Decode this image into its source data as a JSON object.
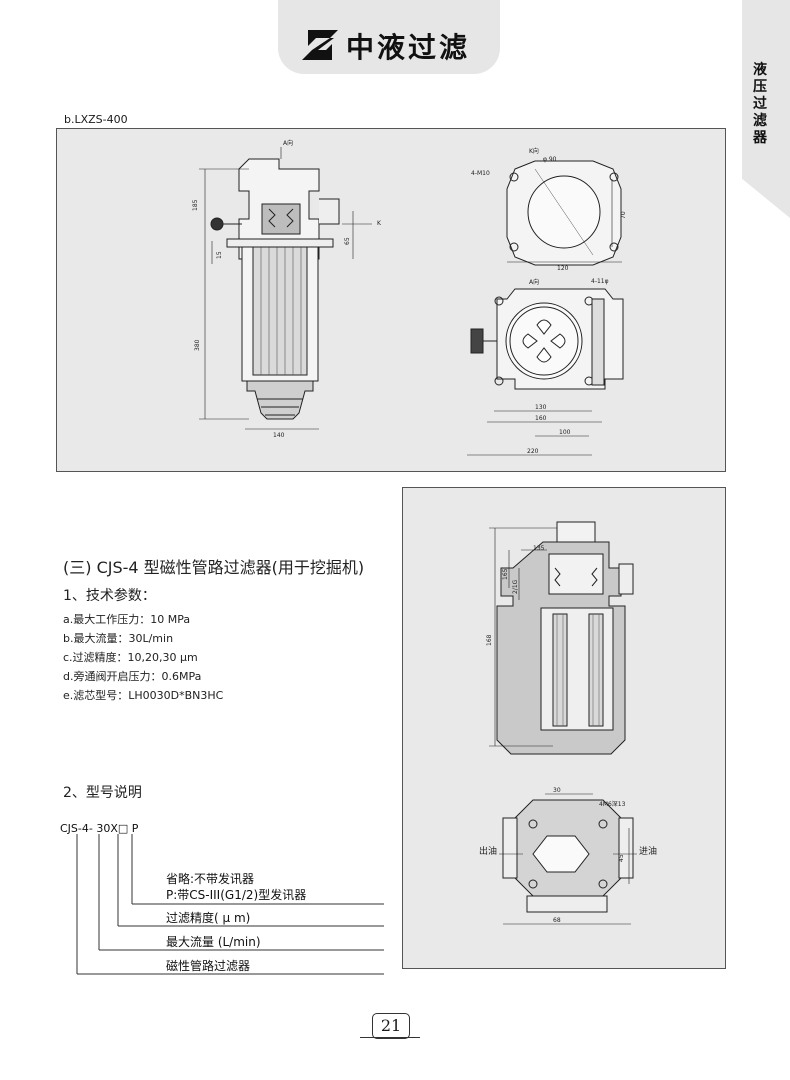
{
  "header": {
    "logo_text": "中液过滤"
  },
  "side_tab": {
    "label": "液压过滤器"
  },
  "figure_b": {
    "caption": "b.LXZS-400",
    "dims": {
      "a_view_top": "A向",
      "d185": "185",
      "d65": "65",
      "d15": "15",
      "d380": "380",
      "d140": "140",
      "k_marker": "K",
      "k_view": "K向",
      "phi90": "φ 90",
      "m4m10": "4-M10",
      "d120": "120",
      "d70": "70",
      "a_view": "A向",
      "d4_11": "4-11φ",
      "d130": "130",
      "d160": "160",
      "d100": "100",
      "d220": "220"
    }
  },
  "section": {
    "title": "(三) CJS-4 型磁性管路过滤器(用于挖掘机)",
    "tech_title": "1、技术参数：",
    "params": [
      "a.最大工作压力：10 MPa",
      "b.最大流量：30L/min",
      "c.过滤精度：10,20,30 μm",
      "d.旁通阀开启压力：0.6MPa",
      "e.滤芯型号：LH0030D*BN3HC"
    ],
    "model_title": "2、型号说明",
    "model_code": "CJS-4- 30X□ P",
    "legend": {
      "omit": "省略:不带发讯器",
      "p_opt": "P:带CS-III(G1/2)型发讯器",
      "precision": "过滤精度( μ m)",
      "flow": "最大流量 (L/min)",
      "name": "磁性管路过滤器"
    }
  },
  "figure_c": {
    "dims": {
      "d135": "135",
      "d165": "165",
      "g12": "2/1G",
      "d168": "168",
      "d30": "30",
      "m4": "4M6深13",
      "outlet": "出油",
      "inlet": "进油",
      "d45": "45",
      "d68": "68"
    }
  },
  "footer": {
    "page": "21"
  }
}
